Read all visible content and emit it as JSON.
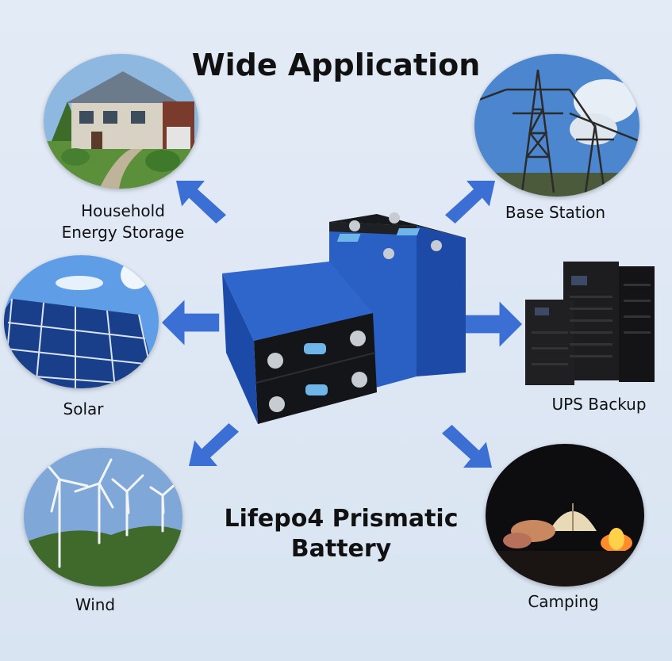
{
  "title": "Wide Application",
  "product_name": "Lifepo4 Prismatic\nBattery",
  "applications": [
    {
      "label": "Household\nEnergy Storage",
      "icon": "house-icon"
    },
    {
      "label": "Base Station",
      "icon": "power-tower-icon"
    },
    {
      "label": "Solar",
      "icon": "solar-panel-icon"
    },
    {
      "label": "UPS Backup",
      "icon": "ups-server-icon"
    },
    {
      "label": "Wind",
      "icon": "wind-turbine-icon"
    },
    {
      "label": "Camping",
      "icon": "camping-tent-icon"
    }
  ],
  "colors": {
    "arrow": "#3b6fd4",
    "battery": "#2454b8",
    "background": "#dde7f3"
  }
}
